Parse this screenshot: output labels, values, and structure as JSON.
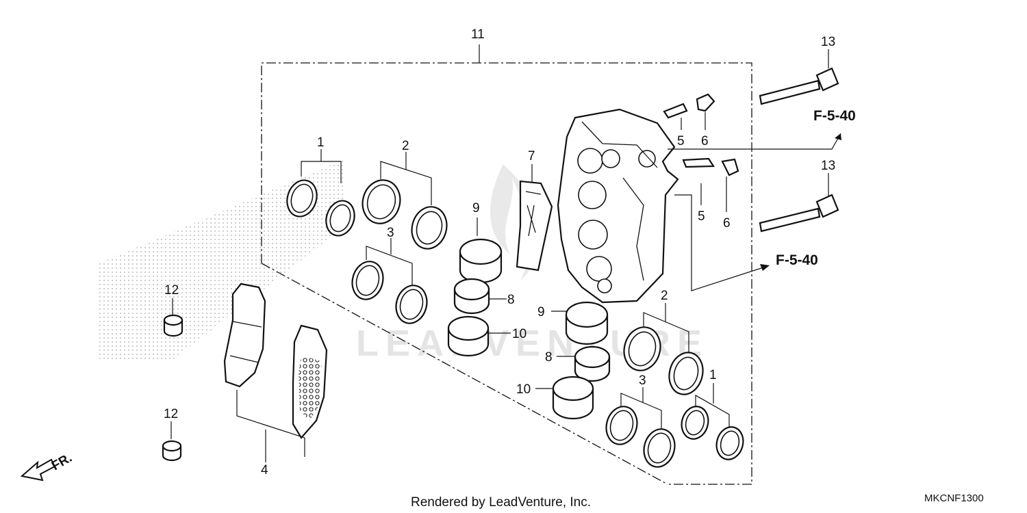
{
  "diagram": {
    "callouts": {
      "p1": "1",
      "p2": "2",
      "p3": "3",
      "p4": "4",
      "p5": "5",
      "p6": "6",
      "p7": "7",
      "p8": "8",
      "p9": "9",
      "p10": "10",
      "p11": "11",
      "p12": "12",
      "p13": "13"
    },
    "references": [
      "F-5-40",
      "F-5-40"
    ],
    "direction_label": "FR.",
    "watermark": "LEADVENTURE",
    "footer_credit": "Rendered by LeadVenture, Inc.",
    "diagram_code": "MKCNF1300"
  }
}
